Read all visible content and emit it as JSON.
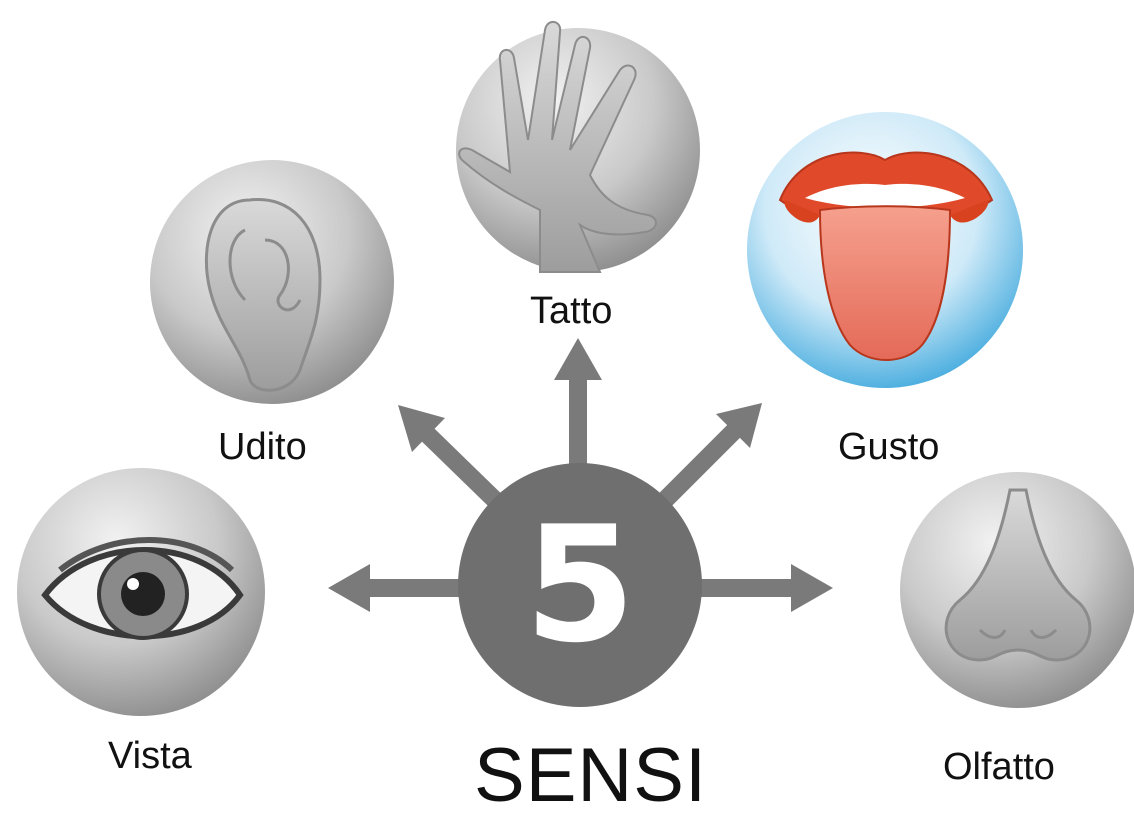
{
  "title": "SENSI",
  "center_number": "5",
  "senses": [
    {
      "id": "tatto",
      "label": "Tatto",
      "icon": "hand-icon"
    },
    {
      "id": "udito",
      "label": "Udito",
      "icon": "ear-icon"
    },
    {
      "id": "gusto",
      "label": "Gusto",
      "icon": "mouth-tongue-icon"
    },
    {
      "id": "vista",
      "label": "Vista",
      "icon": "eye-icon"
    },
    {
      "id": "olfatto",
      "label": "Olfatto",
      "icon": "nose-icon"
    }
  ],
  "colors": {
    "hub": "#6f6f6f",
    "arrow": "#7a7a7a",
    "gray_disc_light": "#e6e6e6",
    "gray_disc_dark": "#8a8a8a",
    "gusto_disc_light": "#eaf6fc",
    "gusto_disc_dark": "#3fa9df",
    "lips": "#e04a2a",
    "tongue": "#f08070"
  }
}
